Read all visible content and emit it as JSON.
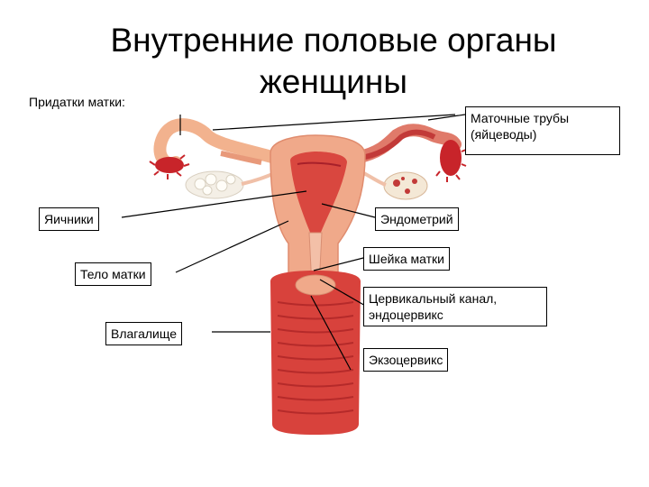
{
  "title": "Внутренние половые органы женщины",
  "labels": {
    "adnexa": "Придатки матки:",
    "tubes": "Маточные трубы (яйцеводы)",
    "ovaries": "Яичники",
    "endometrium": "Эндометрий",
    "body": "Тело матки",
    "cervix": "Шейка матки",
    "vagina": "Влагалище",
    "cervical_canal": "Цервикальный канал, эндоцервикс",
    "exocervix": "Экзоцервикс"
  },
  "colors": {
    "uterus_outer": "#f0a98a",
    "uterus_inner": "#d9473f",
    "vagina": "#d8423c",
    "ovary": "#f4efe6",
    "fimbria": "#c8242a"
  }
}
